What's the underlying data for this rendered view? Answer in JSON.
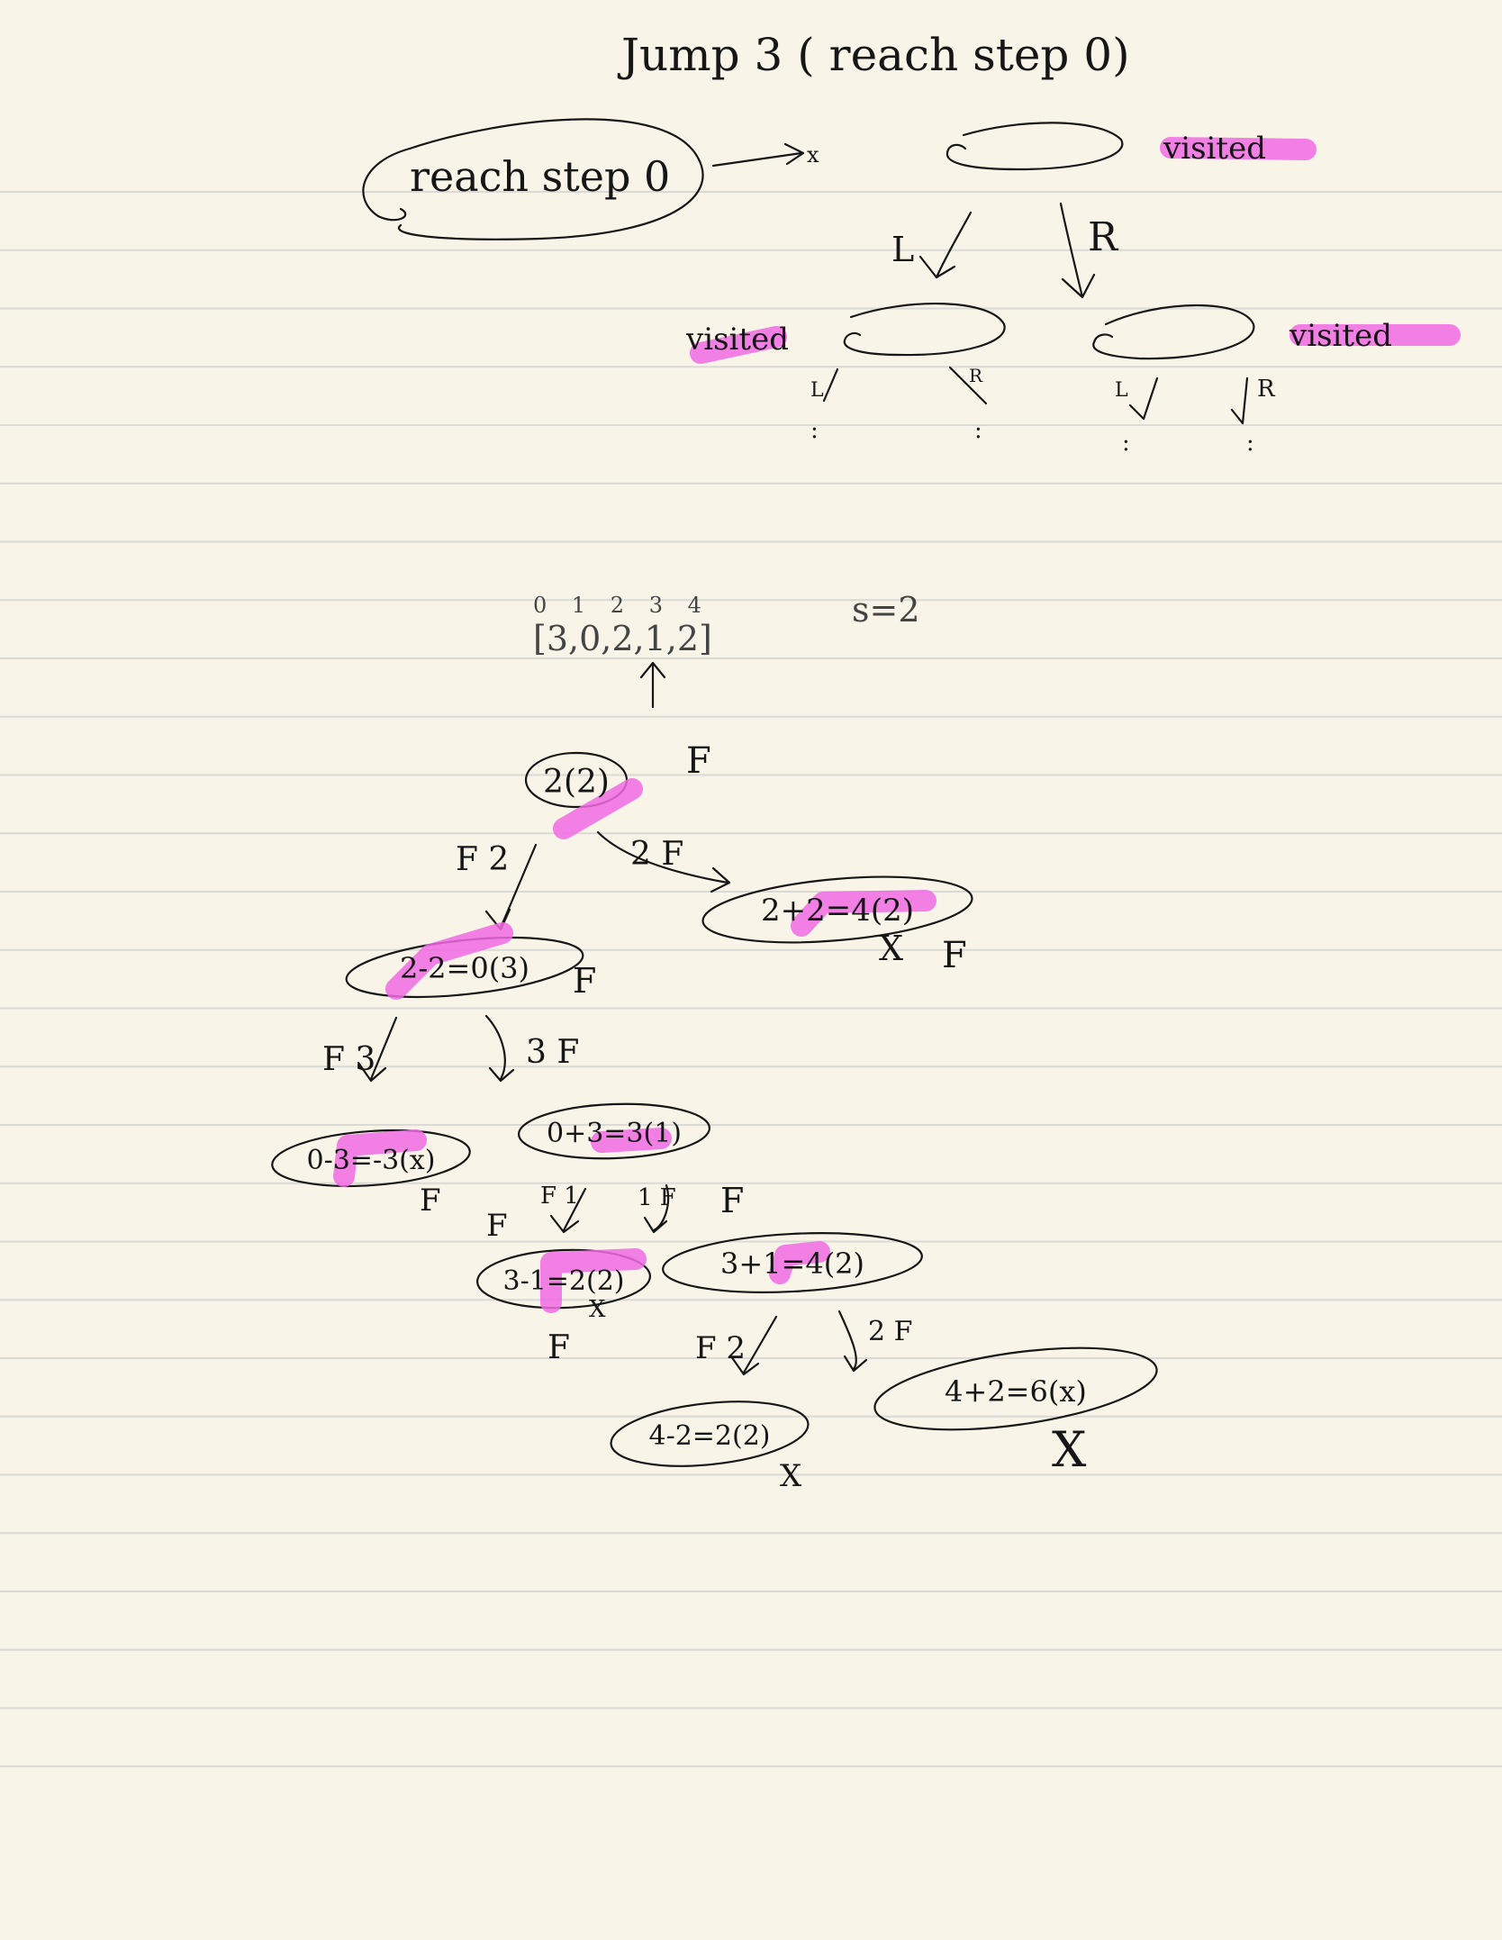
{
  "colors": {
    "paper": "#f8f5e8",
    "rule": "#d9d9d6",
    "ink": "#161616",
    "highlighter": "#f06ae3"
  },
  "heading": "Jump 3 ( reach step 0)",
  "concept": {
    "root_label": "reach step 0",
    "arrow_note": "x",
    "visited_top": "visited",
    "left_edge": "L",
    "right_edge": "R",
    "visited_left": "visited",
    "visited_right": "visited",
    "small_left": "L",
    "small_right": "R",
    "ellipsis": ":"
  },
  "example": {
    "indices": "0 1 2 3 4",
    "array": "[3,0,2,1,2]",
    "start": "s=2",
    "nodes": {
      "n_root": "2(2)",
      "n_right": "2+2=4(2)",
      "n_left": "2-2=0(3)",
      "n_ll": "0-3=-3(x)",
      "n_lr": "0+3=3(1)",
      "n_lrl": "3-1=2(2)",
      "n_lrr": "3+1=4(2)",
      "n_lrrl": "4-2=2(2)",
      "n_lrrr": "4+2=6(x)"
    },
    "marks": {
      "f": "F",
      "x": "X",
      "e_root_left": "F 2",
      "e_root_right": "2 F",
      "e_left_left": "F 3",
      "e_left_right": "3 F",
      "e_lr_left": "F 1",
      "e_lr_right": "1 F",
      "e_lrr_left": "F 2",
      "e_lrr_right": "2 F"
    }
  }
}
